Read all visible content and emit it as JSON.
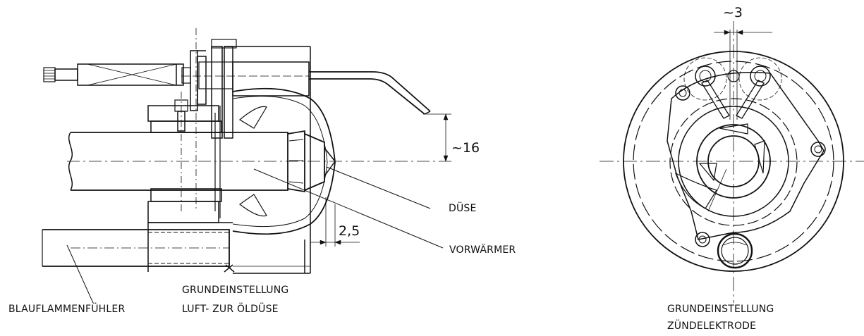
{
  "labels": {
    "duese": "DÜSE",
    "vorwaermer": "VORWÄRMER",
    "blauflammenfuehler": "BLAUFLAMMENFÜHLER",
    "grundeinstellung_left_line1": "GRUNDEINSTELLUNG",
    "grundeinstellung_left_line2": "LUFT- ZUR ÖLDÜSE",
    "grundeinstellung_right_line1": "GRUNDEINSTELLUNG",
    "grundeinstellung_right_line2": "ZÜNDELEKTRODE"
  },
  "dimensions": {
    "electrode_height": "~16",
    "nozzle_offset": "2,5",
    "electrode_gap": "~3"
  },
  "colors": {
    "line": "#111111",
    "background": "#ffffff"
  }
}
